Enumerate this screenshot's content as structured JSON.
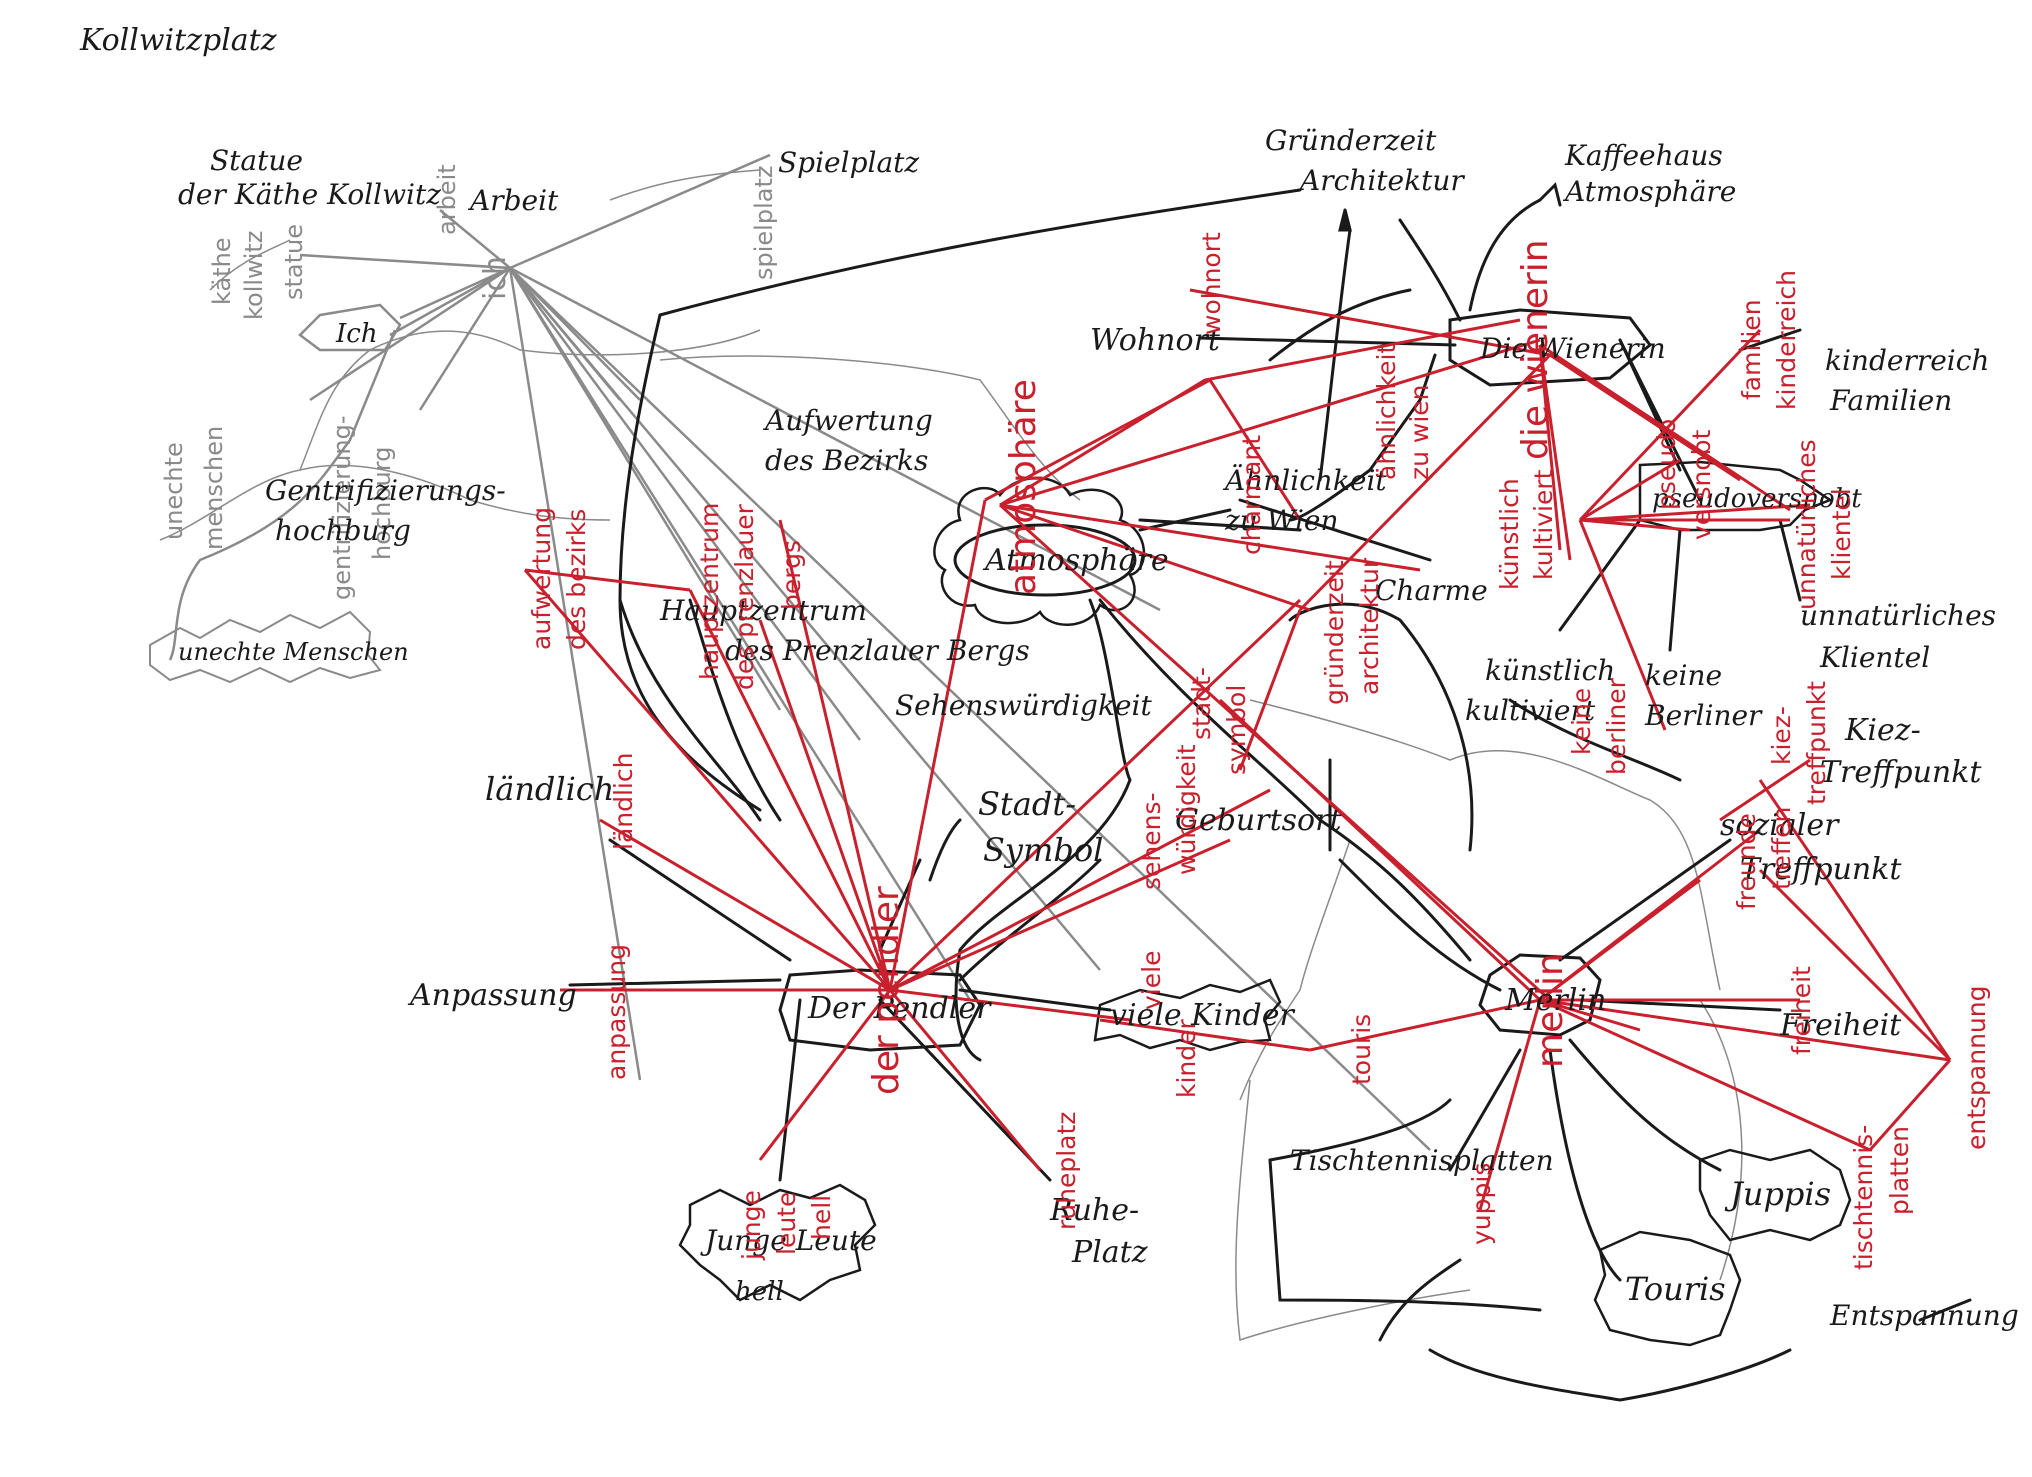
{
  "title": "Kollwitzplatz",
  "colors": {
    "ink": "#1a1a1a",
    "pencil": "#8a8a8a",
    "red": "#c8202c"
  },
  "nodes": [
    {
      "id": "ich",
      "label": "Ich"
    },
    {
      "id": "unechte",
      "label": "unechte Menschen"
    },
    {
      "id": "atmosphaere",
      "label": "Atmosphäre"
    },
    {
      "id": "wienerin",
      "label": "Die Wienerin"
    },
    {
      "id": "pseudo",
      "label": "pseudoversnobt"
    },
    {
      "id": "pendler",
      "label": "Der Pendler"
    },
    {
      "id": "kinder",
      "label": "viele Kinder"
    },
    {
      "id": "jungeleute",
      "label": "Junge Leute"
    },
    {
      "id": "merlin",
      "label": "Merlin"
    },
    {
      "id": "juppis",
      "label": "Juppis"
    },
    {
      "id": "touris",
      "label": "Touris"
    }
  ],
  "ink_labels": [
    {
      "id": "statue",
      "lines": [
        "Statue",
        "der Käthe Kollwitz"
      ]
    },
    {
      "id": "arbeit",
      "lines": [
        "Arbeit"
      ]
    },
    {
      "id": "spielplatz",
      "lines": [
        "Spielplatz"
      ]
    },
    {
      "id": "gentri",
      "lines": [
        "Gentrifizierungs-",
        "hochburg"
      ]
    },
    {
      "id": "aufwertung",
      "lines": [
        "Aufwertung",
        "des Bezirks"
      ]
    },
    {
      "id": "hauptzentrum",
      "lines": [
        "Hauptzentrum",
        "des Prenzlauer Bergs"
      ]
    },
    {
      "id": "sehens",
      "lines": [
        "Sehenswürdigkeit"
      ]
    },
    {
      "id": "stadtsymbol",
      "lines": [
        "Stadt-",
        "Symbol"
      ]
    },
    {
      "id": "laendlich",
      "lines": [
        "ländlich"
      ]
    },
    {
      "id": "anpassung",
      "lines": [
        "Anpassung"
      ]
    },
    {
      "id": "hell",
      "lines": [
        "hell"
      ]
    },
    {
      "id": "ruhe",
      "lines": [
        "Ruhe-",
        "Platz"
      ]
    },
    {
      "id": "gruenderzeit",
      "lines": [
        "Gründerzeit",
        "Architektur"
      ]
    },
    {
      "id": "kaffeehaus",
      "lines": [
        "Kaffeehaus",
        "Atmosphäre"
      ]
    },
    {
      "id": "wohnort",
      "lines": [
        "Wohnort"
      ]
    },
    {
      "id": "aehnlich",
      "lines": [
        "Ähnlichkeit",
        "zu Wien"
      ]
    },
    {
      "id": "charme",
      "lines": [
        "Charme"
      ]
    },
    {
      "id": "kinderreich",
      "lines": [
        "kinderreich",
        "Familien"
      ]
    },
    {
      "id": "unnatuerlich",
      "lines": [
        "unnatürliches",
        "Klientel"
      ]
    },
    {
      "id": "kuenstlich",
      "lines": [
        "künstlich",
        "kultiviert"
      ]
    },
    {
      "id": "keine",
      "lines": [
        "keine",
        "Berliner"
      ]
    },
    {
      "id": "kiez",
      "lines": [
        "Kiez-",
        "Treffpunkt"
      ]
    },
    {
      "id": "sozialer",
      "lines": [
        "sozialer",
        "Treffpunkt"
      ]
    },
    {
      "id": "geburtsort",
      "lines": [
        "Geburtsort"
      ]
    },
    {
      "id": "freiheit",
      "lines": [
        "Freiheit"
      ]
    },
    {
      "id": "tischtennis",
      "lines": [
        "Tischtennisplatten"
      ]
    },
    {
      "id": "entspannung",
      "lines": [
        "Entspannung"
      ]
    }
  ],
  "grey_labels": [
    {
      "id": "g-ich",
      "text": "ich"
    },
    {
      "id": "g-kaethe",
      "text": "käthe"
    },
    {
      "id": "g-kollwitz",
      "text": "kollwitz"
    },
    {
      "id": "g-statue",
      "text": "statue"
    },
    {
      "id": "g-arbeit",
      "text": "arbeit"
    },
    {
      "id": "g-spielplatz",
      "text": "spielplatz"
    },
    {
      "id": "g-unechte",
      "text": "unechte"
    },
    {
      "id": "g-menschen",
      "text": "menschen"
    },
    {
      "id": "g-gentri1",
      "text": "gentrifizierung-"
    },
    {
      "id": "g-gentri2",
      "text": "hochburg"
    }
  ],
  "red_labels": [
    {
      "id": "r-aufwertung1",
      "text": "aufwertung"
    },
    {
      "id": "r-aufwertung2",
      "text": "des bezirks"
    },
    {
      "id": "r-haupt1",
      "text": "hauptzentrum"
    },
    {
      "id": "r-haupt2",
      "text": "des prenzlauer"
    },
    {
      "id": "r-haupt3",
      "text": "bergs"
    },
    {
      "id": "r-laendlich",
      "text": "ländlich"
    },
    {
      "id": "r-anpassung",
      "text": "anpassung"
    },
    {
      "id": "r-pendler",
      "text": "der pendler"
    },
    {
      "id": "r-atmo",
      "text": "atmosphäre"
    },
    {
      "id": "r-wohnort",
      "text": "wohnort"
    },
    {
      "id": "r-charmant",
      "text": "charmant"
    },
    {
      "id": "r-aehnlich1",
      "text": "ähnlichkeit"
    },
    {
      "id": "r-aehnlich2",
      "text": "zu wien"
    },
    {
      "id": "r-wienerin",
      "text": "die wienerin"
    },
    {
      "id": "r-kuenstlich1",
      "text": "künstlich"
    },
    {
      "id": "r-kuenstlich2",
      "text": "kultiviert"
    },
    {
      "id": "r-pseudo1",
      "text": "pseudo"
    },
    {
      "id": "r-pseudo2",
      "text": "versnobt"
    },
    {
      "id": "r-familien",
      "text": "familien"
    },
    {
      "id": "r-kinderreich",
      "text": "kinderreich"
    },
    {
      "id": "r-unnat1",
      "text": "unnatürliches"
    },
    {
      "id": "r-unnat2",
      "text": "klientel"
    },
    {
      "id": "r-gruender1",
      "text": "gründerzeit"
    },
    {
      "id": "r-gruender2",
      "text": "architektur"
    },
    {
      "id": "r-keine1",
      "text": "keine"
    },
    {
      "id": "r-keine2",
      "text": "berliner"
    },
    {
      "id": "r-sehens1",
      "text": "sehens-"
    },
    {
      "id": "r-sehens2",
      "text": "würdigkeit"
    },
    {
      "id": "r-stadt1",
      "text": "stadt-"
    },
    {
      "id": "r-stadt2",
      "text": "symbol"
    },
    {
      "id": "r-kinder1",
      "text": "viele"
    },
    {
      "id": "r-kinder2",
      "text": "kinder"
    },
    {
      "id": "r-touris",
      "text": "touris"
    },
    {
      "id": "r-merlin",
      "text": "merlin"
    },
    {
      "id": "r-kiez1",
      "text": "kiez-"
    },
    {
      "id": "r-kiez2",
      "text": "treffpunkt"
    },
    {
      "id": "r-freunde1",
      "text": "freunde"
    },
    {
      "id": "r-freunde2",
      "text": "treffen"
    },
    {
      "id": "r-freiheit",
      "text": "freiheit"
    },
    {
      "id": "r-tisch1",
      "text": "tischtennis-"
    },
    {
      "id": "r-tisch2",
      "text": "platten"
    },
    {
      "id": "r-entspannung",
      "text": "entspannung"
    },
    {
      "id": "r-yuppis",
      "text": "yuppis"
    },
    {
      "id": "r-ruhe",
      "text": "ruheplatz"
    },
    {
      "id": "r-junge",
      "text": "junge"
    },
    {
      "id": "r-leute",
      "text": "leute"
    },
    {
      "id": "r-hell",
      "text": "hell"
    }
  ]
}
